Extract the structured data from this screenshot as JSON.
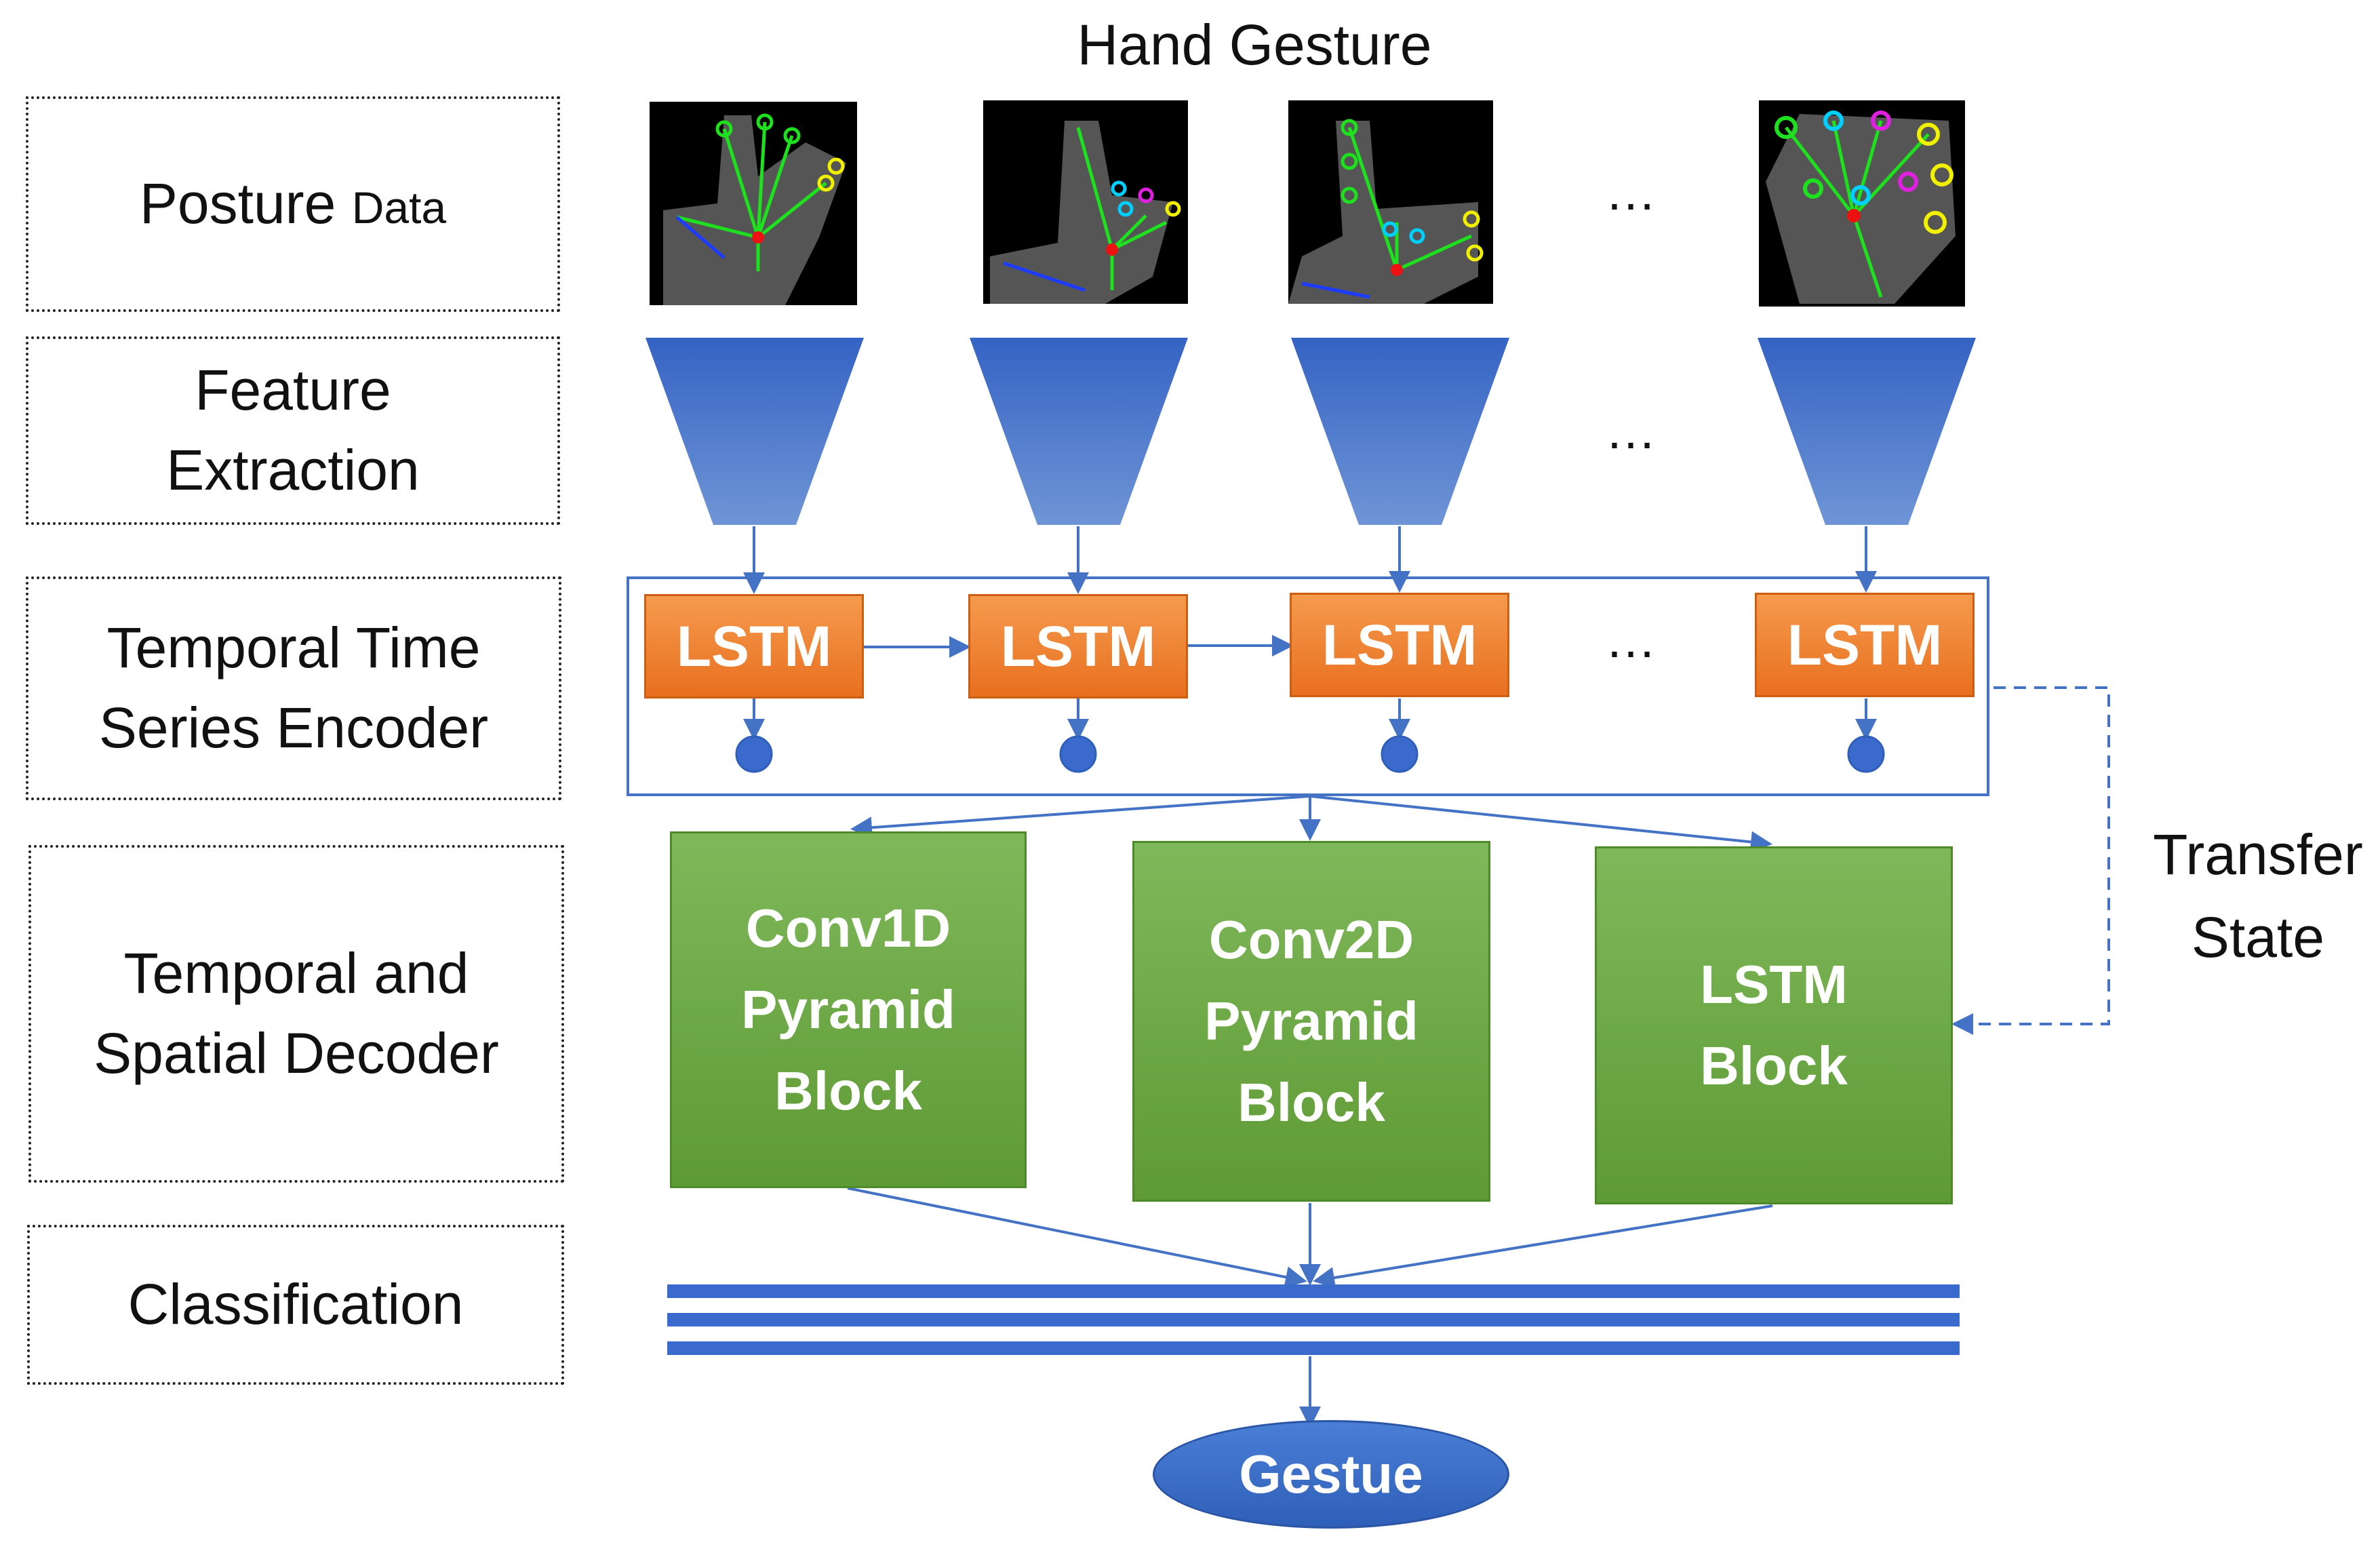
{
  "title": "Hand Gesture",
  "stages": {
    "posture": {
      "main": "Posture",
      "suffix": "Data"
    },
    "feature": {
      "line1": "Feature",
      "line2": "Extraction"
    },
    "encoder": {
      "line1": "Temporal Time",
      "line2": "Series Encoder"
    },
    "decoder": {
      "line1": "Temporal and",
      "line2": "Spatial Decoder"
    },
    "classification": {
      "label": "Classification"
    }
  },
  "ellipsis": "…",
  "lstm_label": "LSTM",
  "decoder_blocks": [
    {
      "line1": "Conv1D",
      "line2": "Pyramid",
      "line3": "Block"
    },
    {
      "line1": "Conv2D",
      "line2": "Pyramid",
      "line3": "Block"
    },
    {
      "line1": "LSTM",
      "line2": "Block"
    }
  ],
  "transfer_state": {
    "line1": "Transfer",
    "line2": "State"
  },
  "output_label": "Gestue",
  "colors": {
    "blue": "#4472c4",
    "orange": "#ed7d31",
    "green": "#70ad47",
    "dark_blue": "#2f5fb8"
  }
}
